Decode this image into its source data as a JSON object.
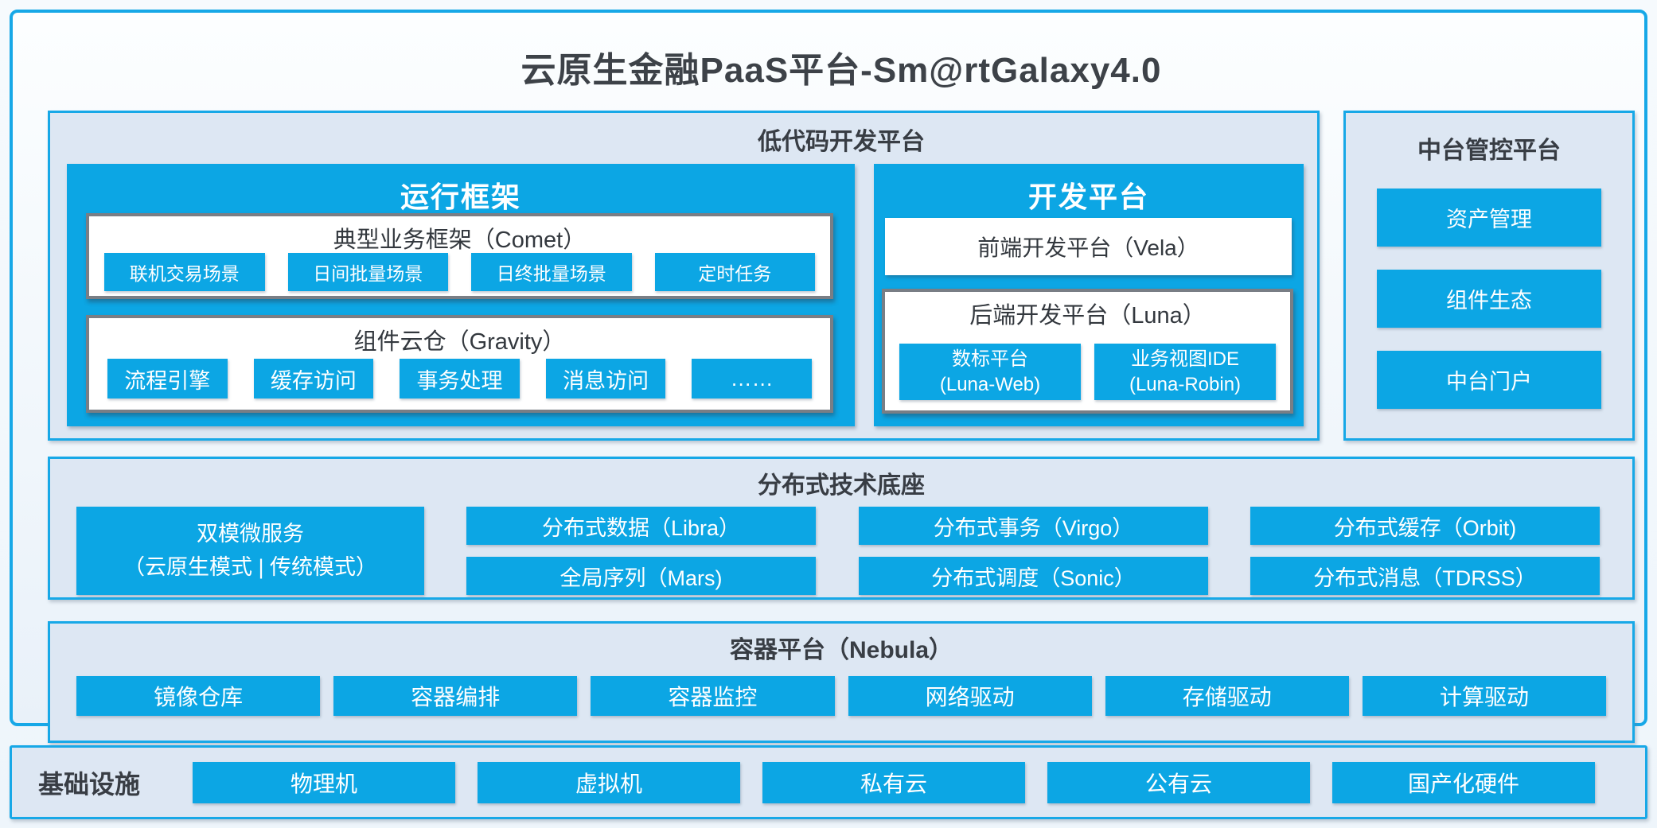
{
  "page": {
    "title": "云原生金融PaaS平台-Sm@rtGalaxy4.0"
  },
  "colors": {
    "accent_blue": "#0ca6e4",
    "border_blue": "#17a8e7",
    "panel_bg": "#dde7f3",
    "gray_border": "#797e85",
    "dark_text": "#3d4248"
  },
  "lowcode": {
    "label": "低代码开发平台",
    "runtime": {
      "title": "运行框架",
      "comet": {
        "title": "典型业务框架（Comet）",
        "items": [
          "联机交易场景",
          "日间批量场景",
          "日终批量场景",
          "定时任务"
        ]
      },
      "gravity": {
        "title": "组件云仓（Gravity）",
        "items": [
          "流程引擎",
          "缓存访问",
          "事务处理",
          "消息访问",
          "……"
        ]
      }
    },
    "dev": {
      "title": "开发平台",
      "vela": "前端开发平台（Vela）",
      "luna": {
        "title": "后端开发平台（Luna）",
        "items": [
          {
            "line1": "数标平台",
            "line2": "(Luna-Web)"
          },
          {
            "line1": "业务视图IDE",
            "line2": "(Luna-Robin)"
          }
        ]
      }
    }
  },
  "middle": {
    "label": "中台管控平台",
    "items": [
      "资产管理",
      "组件生态",
      "中台门户"
    ]
  },
  "distributed": {
    "label": "分布式技术底座",
    "dual": {
      "line1": "双模微服务",
      "line2": "（云原生模式 | 传统模式）"
    },
    "row1": [
      "分布式数据（Libra）",
      "分布式事务（Virgo）",
      "分布式缓存（Orbit)"
    ],
    "row2": [
      "全局序列（Mars)",
      "分布式调度（Sonic）",
      "分布式消息（TDRSS）"
    ]
  },
  "container_platform": {
    "label": "容器平台（Nebula）",
    "items": [
      "镜像仓库",
      "容器编排",
      "容器监控",
      "网络驱动",
      "存储驱动",
      "计算驱动"
    ]
  },
  "infrastructure": {
    "label": "基础设施",
    "items": [
      "物理机",
      "虚拟机",
      "私有云",
      "公有云",
      "国产化硬件"
    ]
  }
}
